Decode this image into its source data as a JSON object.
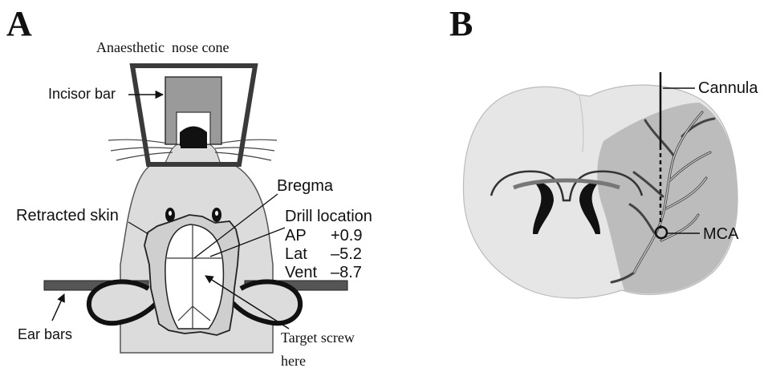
{
  "panel_a": {
    "letter": "A",
    "nose_cone_label": "Anaesthetic  nose cone",
    "incisor_bar_label": "Incisor bar",
    "bregma_label": "Bregma",
    "retracted_skin_label": "Retracted skin",
    "drill_location": {
      "title": "Drill location",
      "rows": [
        {
          "name": "AP",
          "value": "+0.9"
        },
        {
          "name": "Lat",
          "value": "–5.2"
        },
        {
          "name": "Vent",
          "value": "–8.7"
        }
      ]
    },
    "ear_bars_label": "Ear bars",
    "target_screw_label_1": "Target screw",
    "target_screw_label_2": "here"
  },
  "panel_b": {
    "letter": "B",
    "cannula_label": "Cannula",
    "mca_label": "MCA"
  }
}
